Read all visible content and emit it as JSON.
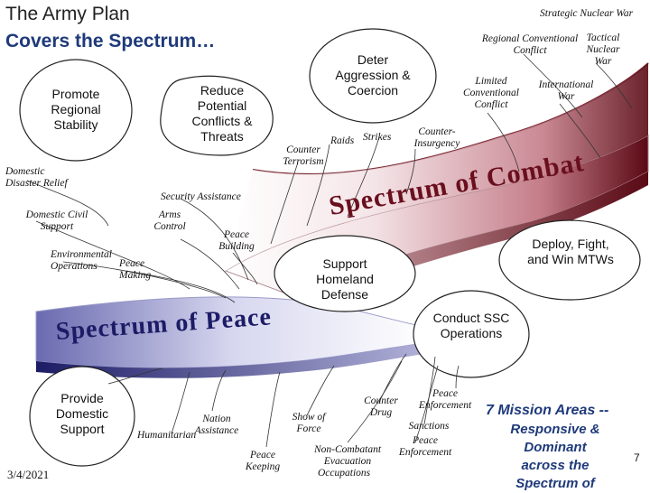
{
  "header": {
    "title_line1": "The Army Plan",
    "title_line2": "Covers the Spectrum…"
  },
  "callouts": {
    "promote": "Promote Regional Stability",
    "reduce": "Reduce Potential Conflicts & Threats",
    "deter": "Deter Aggression & Coercion",
    "deploy": "Deploy, Fight, and Win MTWs",
    "homeland": "Support Homeland Defense",
    "ssc": "Conduct SSC Operations",
    "domestic_support": "Provide Domestic Support"
  },
  "labels": {
    "strategic_nuclear_war": "Strategic Nuclear War",
    "regional_conventional_conflict": "Regional Conventional Conflict",
    "tactical_nuclear_war": "Tactical Nuclear War",
    "limited_conventional_conflict": "Limited Conventional Conflict",
    "international_war": "International War",
    "counter_insurgency": "Counter-Insurgency",
    "strikes": "Strikes",
    "raids": "Raids",
    "counter_terrorism": "Counter Terrorism",
    "domestic_disaster_relief": "Domestic Disaster Relief",
    "security_assistance": "Security Assistance",
    "domestic_civil_support": "Domestic Civil Support",
    "arms_control": "Arms Control",
    "peace_building": "Peace Building",
    "environmental_operations": "Environmental Operations",
    "peace_making": "Peace Making",
    "nation_assistance": "Nation Assistance",
    "humanitarian": "Humanitarian",
    "peace_keeping": "Peace Keeping",
    "show_of_force": "Show of Force",
    "counter_drug": "Counter Drug",
    "peace_enforcement_1": "Peace Enforcement",
    "sanctions": "Sanctions",
    "peace_enforcement_2": "Peace Enforcement",
    "noncombatant_evacuation": "Non-Combatant Evacuation",
    "occupations": "Occupations"
  },
  "bands": {
    "combat": "Spectrum of Combat",
    "peace": "Spectrum of Peace"
  },
  "mission_areas": {
    "title": "7 Mission Areas --",
    "subtitle_lines": [
      "Responsive &",
      "Dominant",
      "across the",
      "Spectrum of"
    ]
  },
  "footer": {
    "date": "3/4/2021",
    "page_number": "7"
  },
  "colors": {
    "band_dark": "#5a0a14",
    "band_light": "#f2dde1",
    "peace_dark": "#1c1c66",
    "peace_light": "#e8e8f8",
    "accent_text": "#1f3a7a"
  }
}
